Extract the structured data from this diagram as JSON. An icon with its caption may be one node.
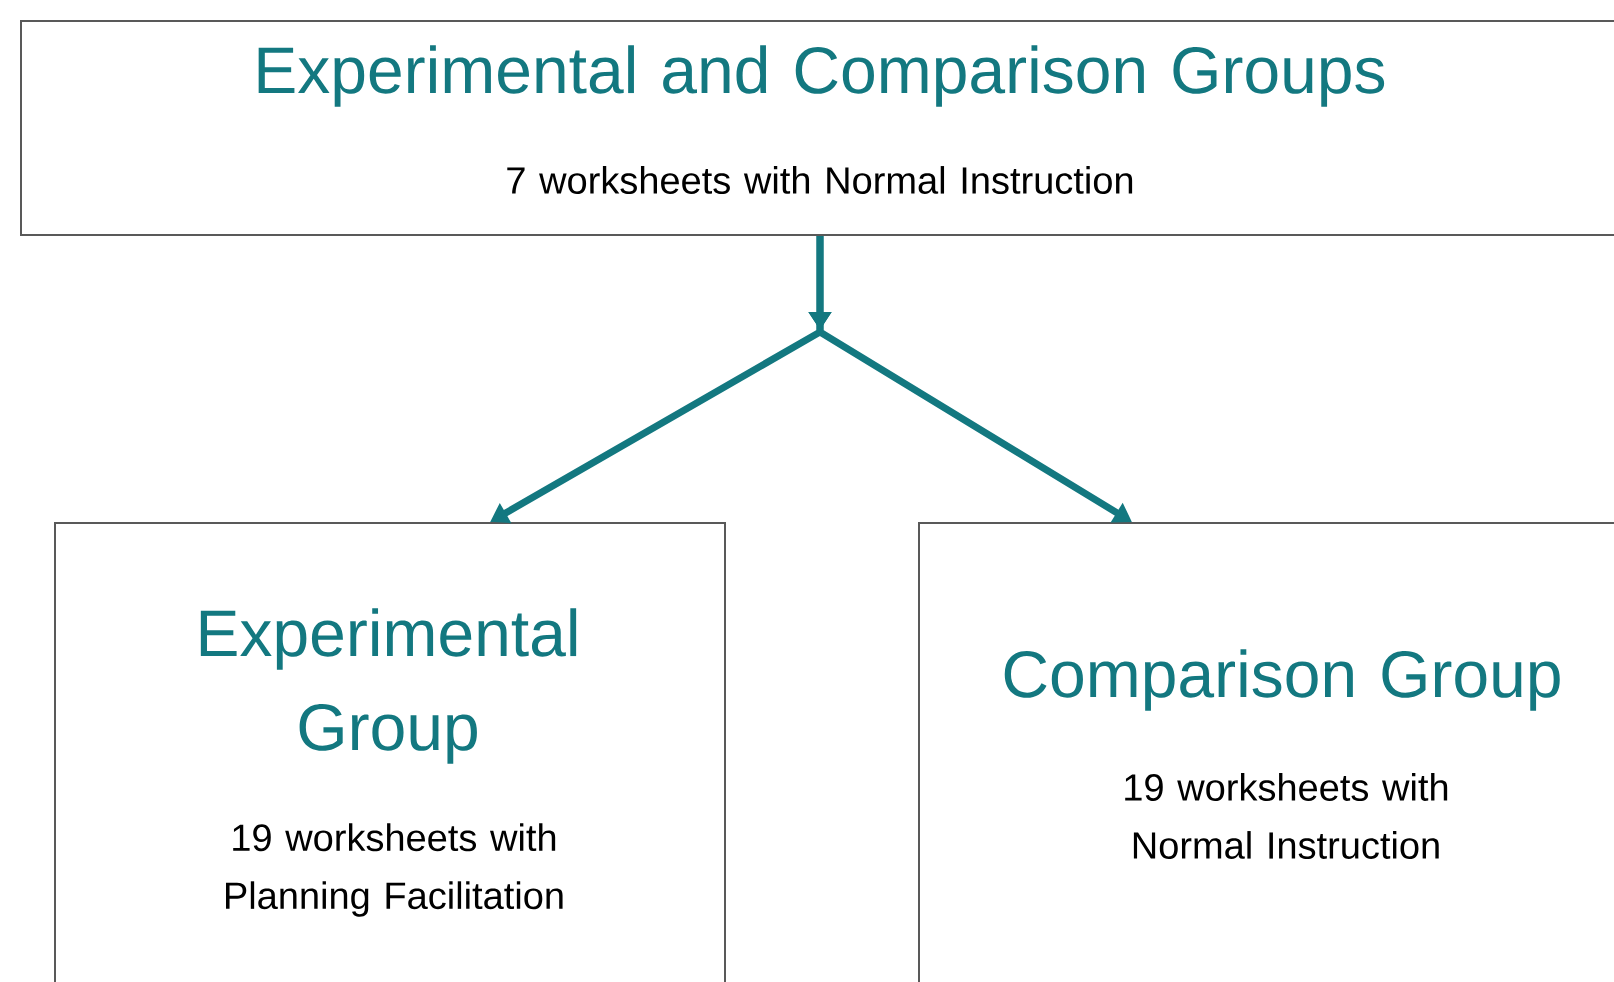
{
  "diagram": {
    "nodes": [
      {
        "text": [
          "Experimental and Comparison Groups",
          "7 worksheets with Normal Instruction"
        ]
      },
      {
        "text": [
          "Experimental Group",
          "19 worksheets with Planning Facilitation"
        ]
      },
      {
        "text": [
          "Comparison Group",
          "19 worksheets with Normal Instruction"
        ]
      }
    ],
    "edges": [
      {
        "from": 0,
        "to": 1,
        "arrow": "to"
      },
      {
        "from": 0,
        "to": 2,
        "arrow": "to"
      }
    ]
  }
}
